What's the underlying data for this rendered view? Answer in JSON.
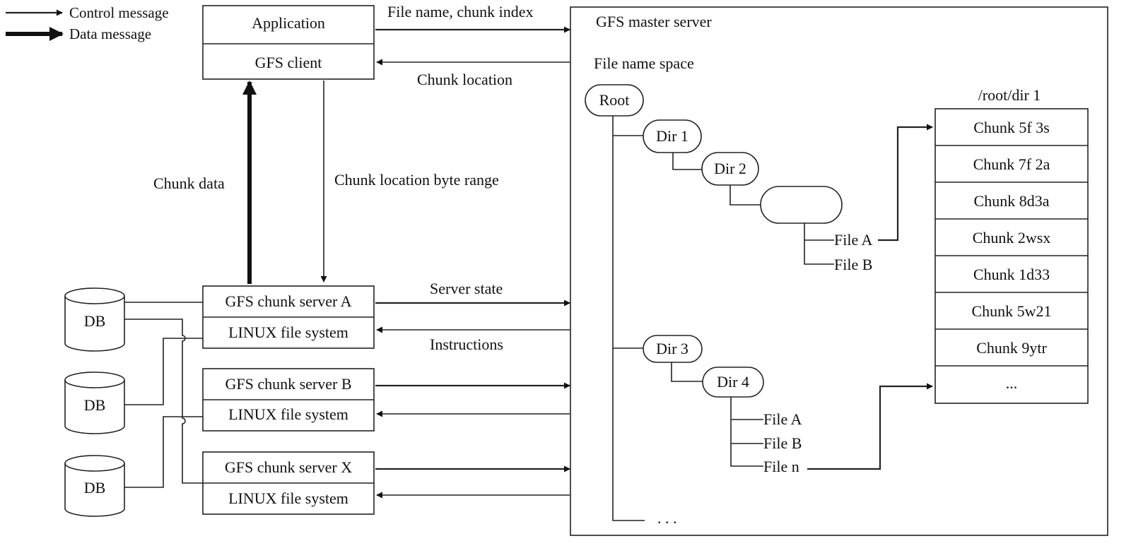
{
  "legend": {
    "control_label": "Control message",
    "data_label": "Data message"
  },
  "client": {
    "application": "Application",
    "gfs_client": "GFS client"
  },
  "messages": {
    "file_name_chunk_index": "File name, chunk index",
    "chunk_location": "Chunk location",
    "chunk_data": "Chunk data",
    "chunk_location_byte_range": "Chunk location byte range",
    "server_state": "Server state",
    "instructions": "Instructions"
  },
  "chunk_servers": [
    {
      "name": "GFS chunk server A",
      "fs": "LINUX file system",
      "db": "DB"
    },
    {
      "name": "GFS chunk server B",
      "fs": "LINUX file system",
      "db": "DB"
    },
    {
      "name": "GFS chunk server X",
      "fs": "LINUX file system",
      "db": "DB"
    }
  ],
  "master": {
    "title": "GFS master server",
    "namespace_label": "File name space",
    "root": "Root",
    "dir1": "Dir 1",
    "dir2": "Dir 2",
    "dir3": "Dir 3",
    "dir4": "Dir 4",
    "dir2_files": [
      "File A",
      "File B"
    ],
    "dir4_files": [
      "File A",
      "File B",
      "File n"
    ],
    "more": ". . .",
    "chunk_table_title": "/root/dir 1",
    "chunks": [
      "Chunk 5f 3s",
      "Chunk 7f 2a",
      "Chunk 8d3a",
      "Chunk 2wsx",
      "Chunk 1d33",
      "Chunk 5w21",
      "Chunk 9ytr",
      "..."
    ]
  }
}
